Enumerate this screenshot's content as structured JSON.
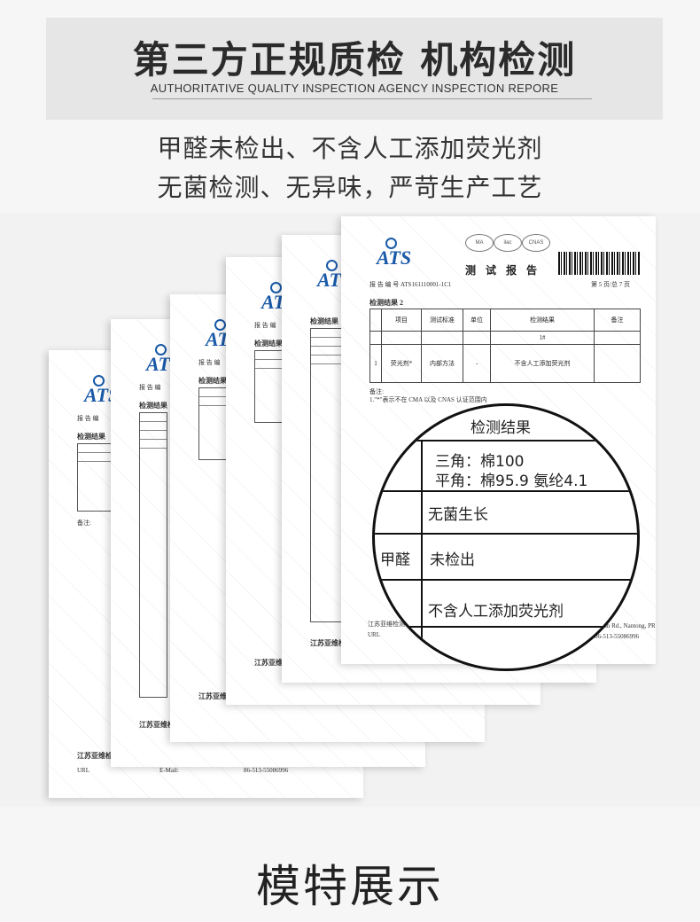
{
  "banner": {
    "title": "第三方正规质检 机构检测",
    "subtitle": "AUTHORITATIVE QUALITY INSPECTION AGENCY INSPECTION REPORE"
  },
  "features": [
    "甲醛未检出、不含人工添加荧光剂",
    "无菌检测、无异味，严苛生产工艺"
  ],
  "report": {
    "logo": "ATS",
    "title": "测 试 报 告",
    "report_no": "报 告 编 号  ATS161110001-1C1",
    "page": "第 5 页/总 7 页",
    "section": "检测结果 2",
    "headers": [
      "项目",
      "测试标准",
      "单位",
      "检测结果",
      "备注"
    ],
    "sample_no": "1#",
    "row": [
      "1",
      "荧光剂*",
      "内部方法",
      "-",
      "不含人工添加荧光剂",
      ""
    ],
    "note": "备注:\n1.\"*\"表示不在 CMA 以及 CNAS 认证范围内",
    "address_line": "Chongchuan Rd., Nantong, PRC",
    "phone_line": "86-513-55086996",
    "company": "江苏亚维检测",
    "url_label": "URL",
    "email_label": "E-Mail:",
    "small_section": "检测结果"
  },
  "zoom": {
    "header": "检测结果",
    "composition_1": "三角：棉100",
    "composition_2": "平角：棉95.9 氨纶4.1",
    "sterile": "无菌生长",
    "formaldehyde_label": "甲醛",
    "formaldehyde_value": "未检出",
    "fluorescent": "不含人工添加荧光剂"
  },
  "footer": {
    "title": "模特展示"
  }
}
